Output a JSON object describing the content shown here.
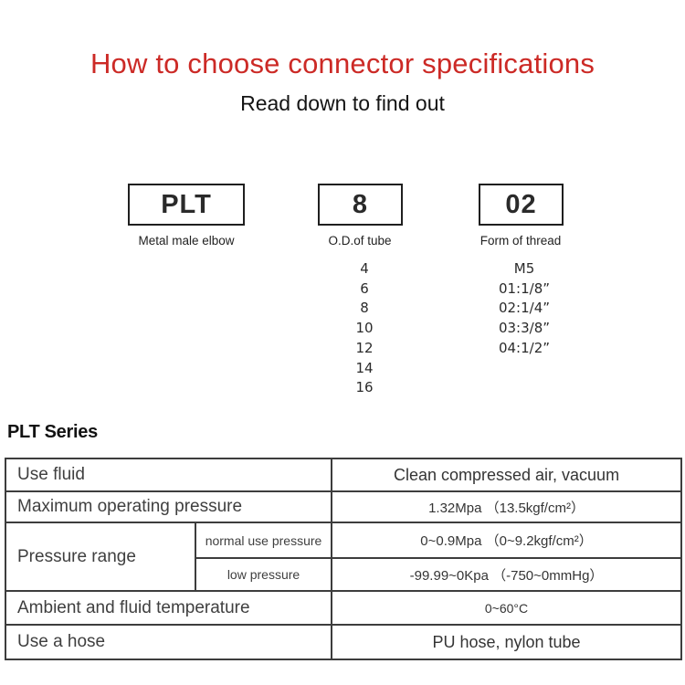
{
  "header": {
    "title": "How to choose connector specifications",
    "subtitle": "Read down to find out"
  },
  "selector": {
    "boxes": [
      {
        "code": "PLT",
        "label": "Metal male elbow"
      },
      {
        "code": "8",
        "label": "O.D.of tube"
      },
      {
        "code": "02",
        "label": "Form of thread"
      }
    ],
    "tube_options": [
      "4",
      "6",
      "8",
      "10",
      "12",
      "14",
      "16"
    ],
    "thread_options": [
      "M5",
      "01:1/8”",
      "02:1/4”",
      "03:3/8”",
      "04:1/2”"
    ]
  },
  "series": {
    "heading": "PLT Series",
    "table": {
      "use_fluid": {
        "label": "Use fluid",
        "value": "Clean compressed air, vacuum"
      },
      "max_pressure": {
        "label": "Maximum operating pressure",
        "value": "1.32Mpa （13.5kgf/cm²）"
      },
      "pressure_range": {
        "label": "Pressure range",
        "normal": {
          "label": "normal use pressure",
          "value": "0~0.9Mpa （0~9.2kgf/cm²）"
        },
        "low": {
          "label": "low pressure",
          "value": "-99.99~0Kpa （-750~0mmHg）"
        }
      },
      "temperature": {
        "label": "Ambient and fluid temperature",
        "value": "0~60°C"
      },
      "hose": {
        "label": "Use a hose",
        "value": "PU hose, nylon tube"
      }
    }
  },
  "colors": {
    "title_red": "#cc2a26",
    "row_beige": "#f4ede0",
    "border_dark": "#3d3d3d"
  }
}
